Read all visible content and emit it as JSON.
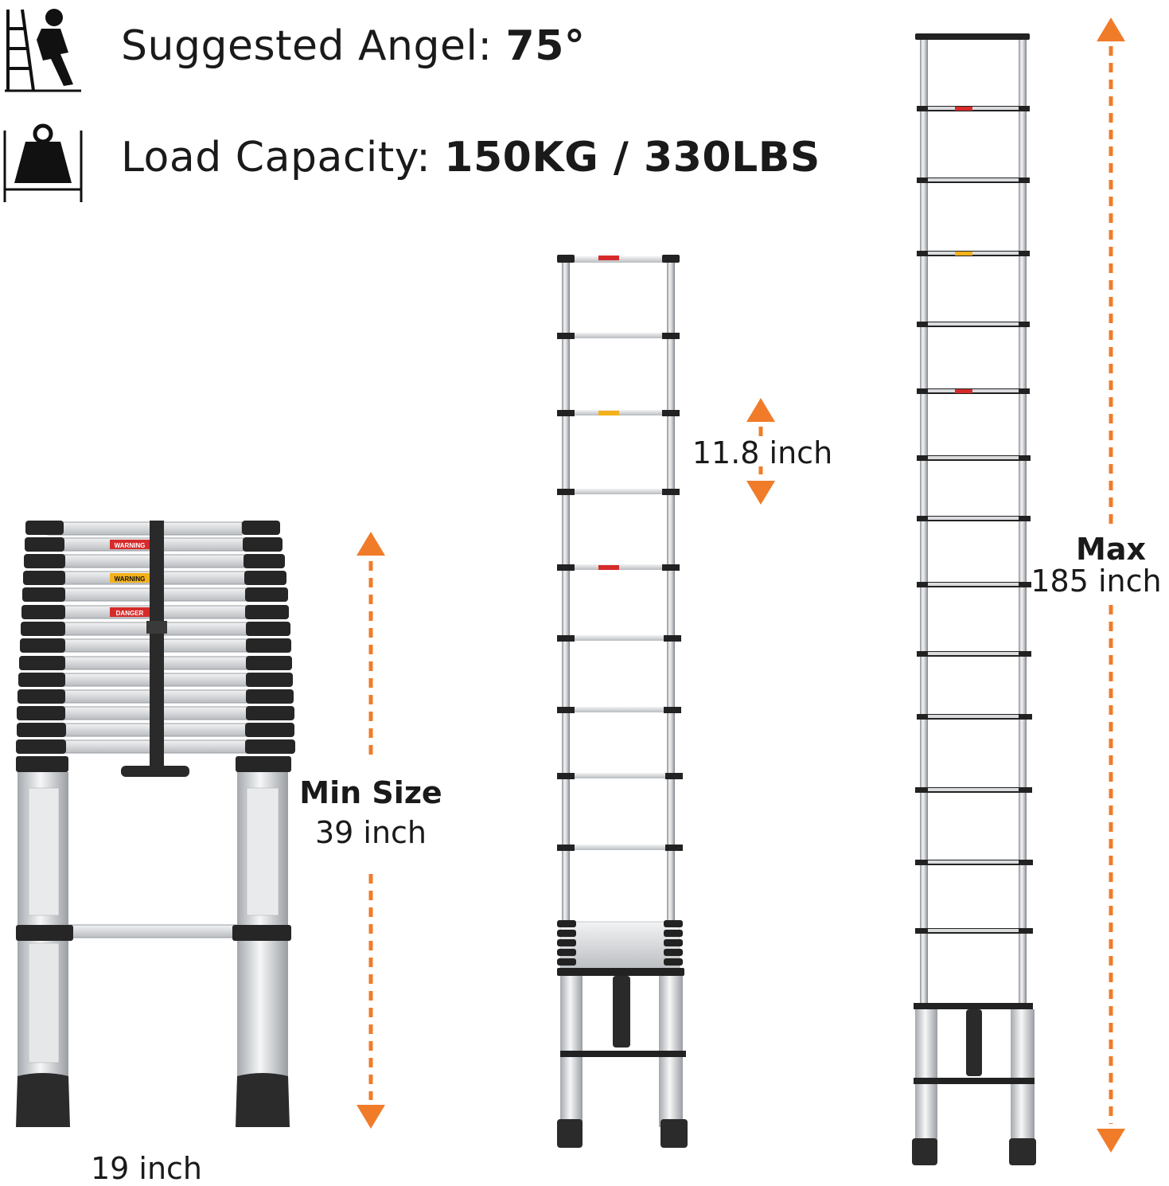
{
  "specs": {
    "angle_label": "Suggested Angel: ",
    "angle_value": "75°",
    "load_label": "Load Capacity: ",
    "load_value": "150KG / 330LBS"
  },
  "icons": {
    "climber": "ladder-climber-icon",
    "weight": "weight-icon"
  },
  "min_size": {
    "title": "Min Size",
    "value": "39 inch",
    "width": "19 inch"
  },
  "step_spacing": "11.8 inch",
  "max_size": {
    "title": "Max",
    "value": "185 inch"
  },
  "ladder_labels": {
    "warning": "WARNING",
    "danger": "DANGER"
  },
  "colors": {
    "accent_orange": "#f07c2a",
    "rail_silver": "#c9ccd0",
    "cap_black": "#222222",
    "warning_red": "#d62b2b",
    "warning_yellow": "#f3b21c"
  }
}
